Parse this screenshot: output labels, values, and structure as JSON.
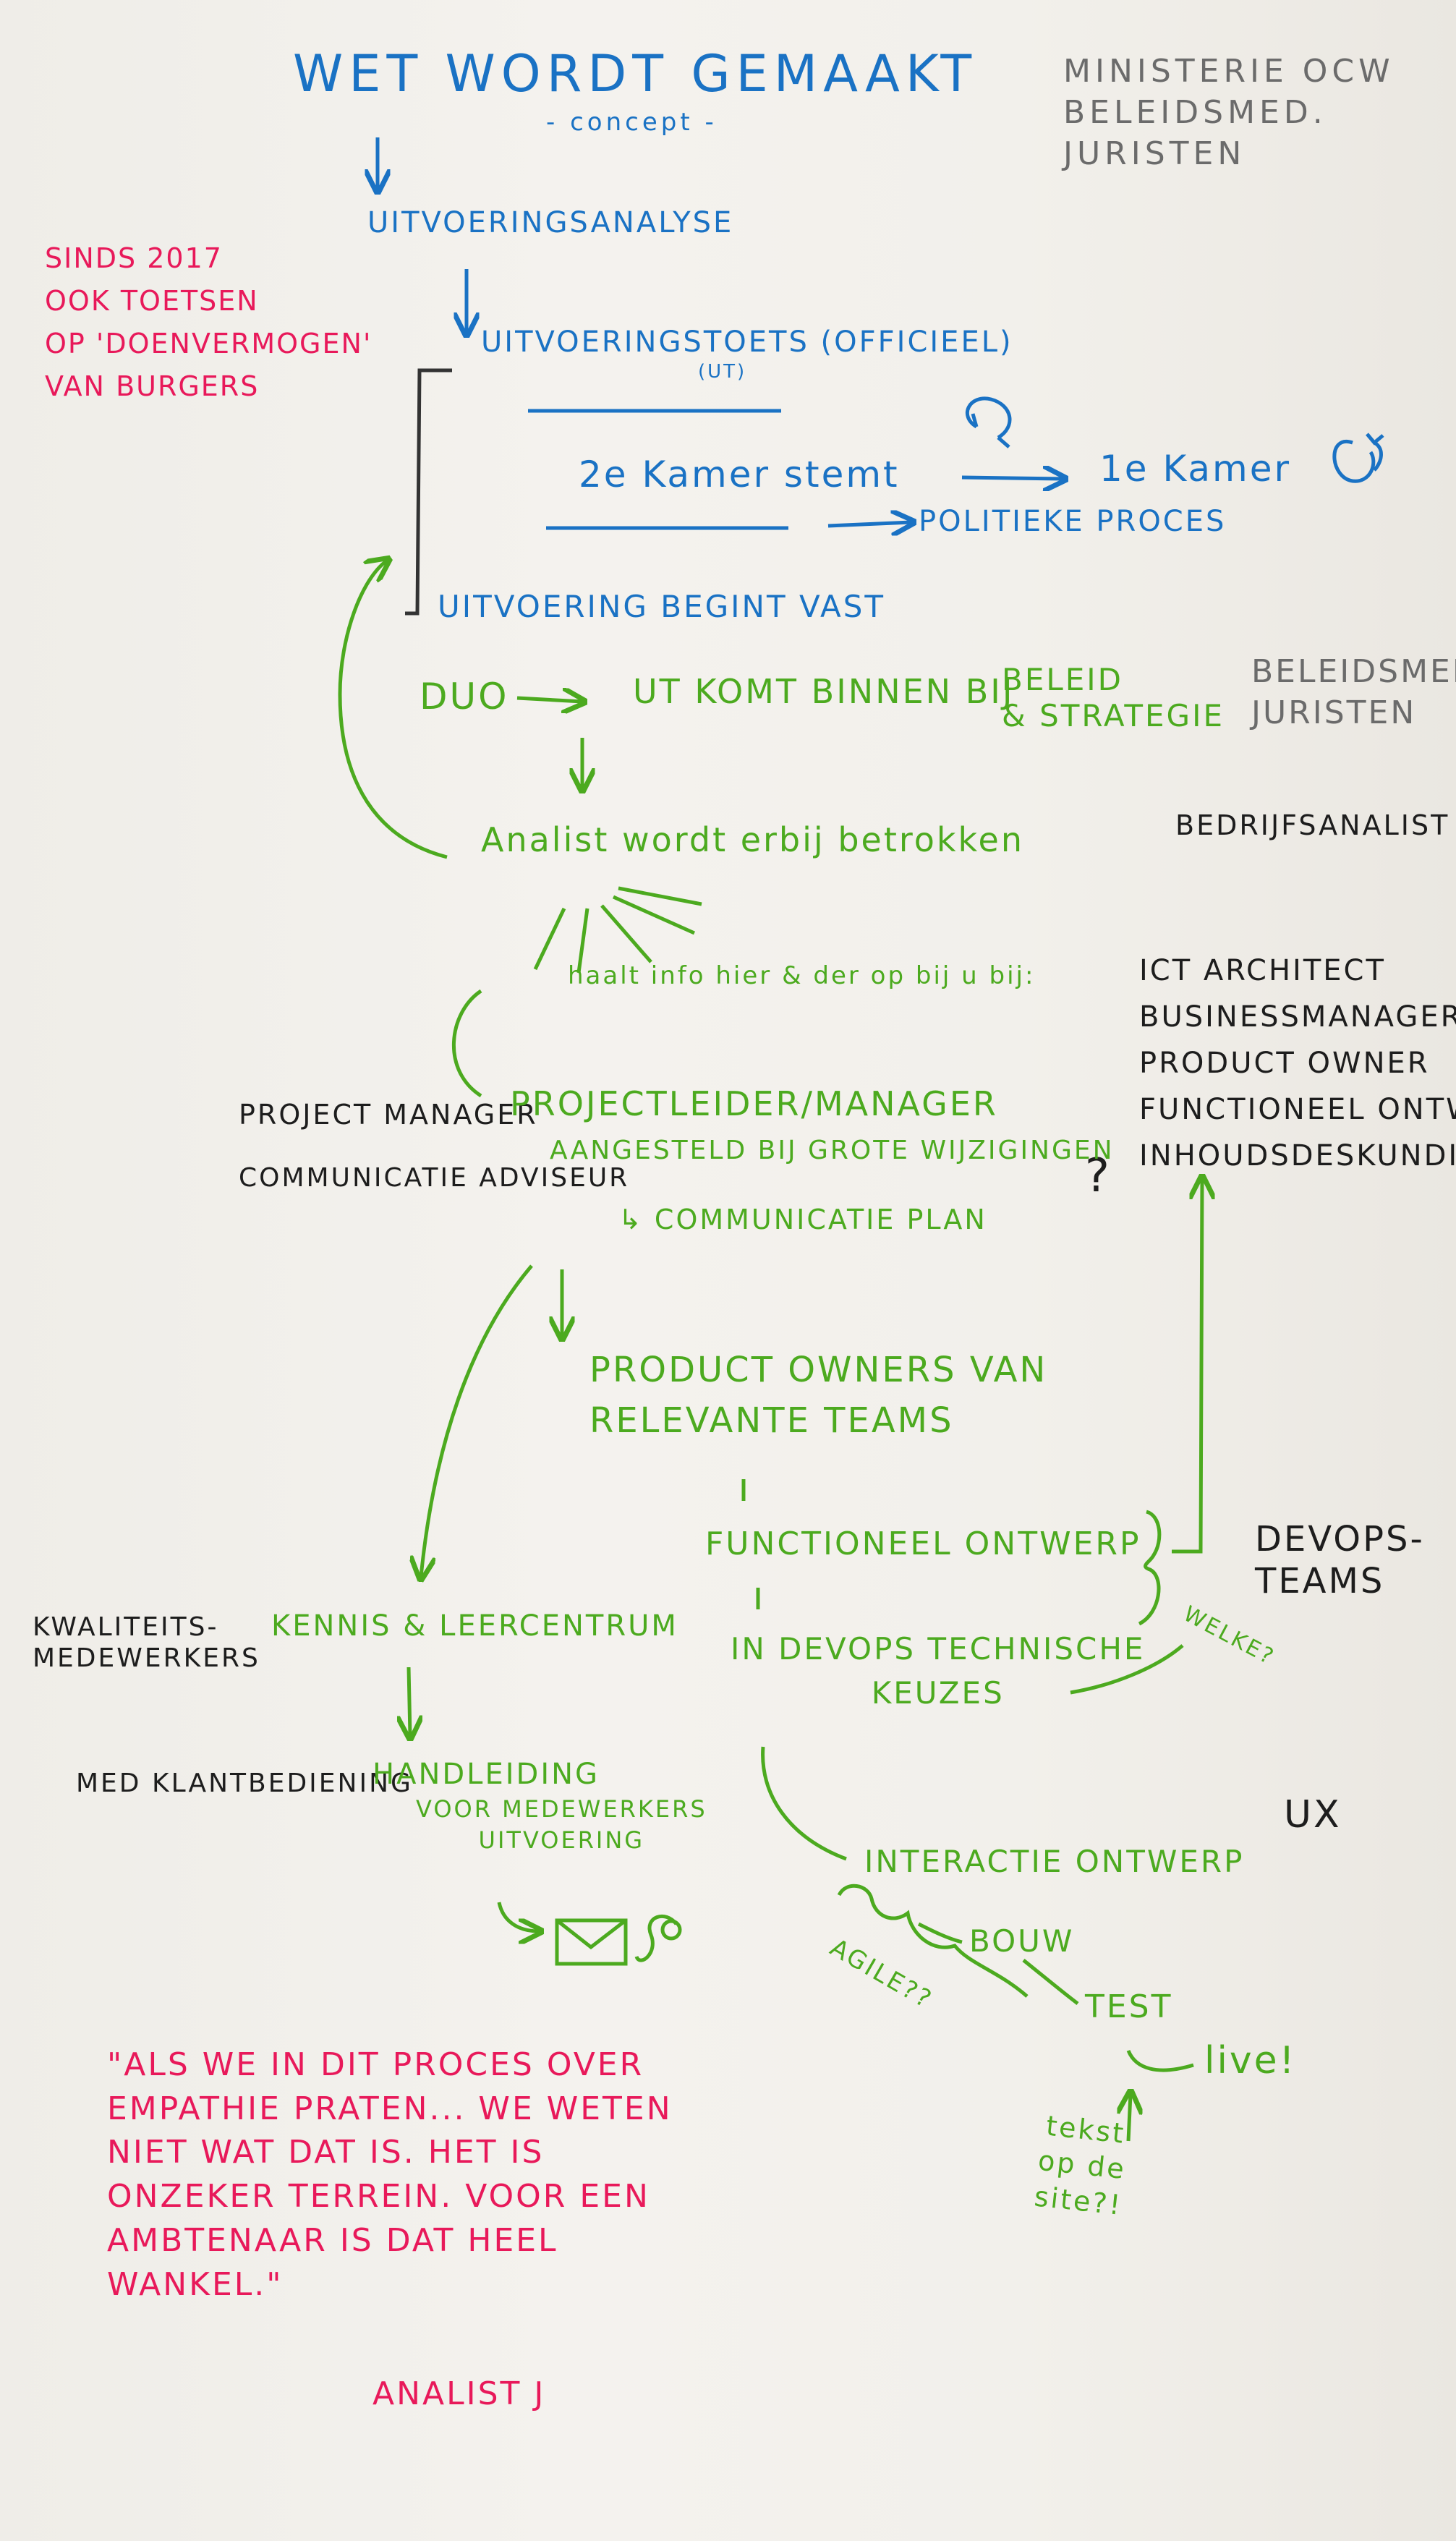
{
  "colors": {
    "blue": "#1a72c4",
    "grey": "#6b6b6b",
    "pink": "#e8195a",
    "green": "#4caa1f",
    "black": "#1d1d1d",
    "paper": "#f2f0eb"
  },
  "header": {
    "title": "Wet wordt gemaakt",
    "subtitle": "- concept -",
    "ministry": "Ministerie OCW\nBeleidsmed.\nJuristen"
  },
  "side_note": "Sinds 2017\nook toetsen\nop 'doenvermogen'\nvan burgers",
  "flow": {
    "analyse": "Uitvoeringsanalyse",
    "toets": "Uitvoeringstoets (officieel)",
    "toets_abbr": "(UT)",
    "kamer2": "2e Kamer stemt",
    "kamer1": "1e Kamer",
    "politiek": "Politieke proces",
    "uitvoering": "Uitvoering begint vast",
    "duo": "DUO",
    "ut_binnen": "UT komt binnen bij",
    "beleid": "Beleid\n& strategie",
    "beleid_roles": "Beleidsmed.\nJuristen",
    "analist": "Analist wordt erbij betrokken",
    "bedrijfsanalist": "Bedrijfsanalist",
    "haalt_info": "haalt info hier & der op bij u bij:",
    "roles_right": "ICT architect\nBusinessmanager\nProduct owner\nFunctioneel ontw.\nInhoudsdeskundige",
    "question_mark": "?",
    "project_manager": "Project manager",
    "communicatie_adviseur": "Communicatie adviseur",
    "projectleider": "Projectleider/manager",
    "aangesteld": "aangesteld bij grote wijzigingen",
    "communicatieplan": "↳ communicatie plan",
    "product_owners": "Product owners van\nrelevante teams",
    "functioneel": "Functioneel ontwerp",
    "devops_teams": "DevOps-\nteams",
    "indevops": "in DevOps technische\nkeuzes",
    "welke": "Welke?",
    "kwaliteit": "Kwaliteits-\nmedewerkers",
    "kennis": "Kennis & leercentrum",
    "med_klant": "Med klantbediening",
    "handleiding": "Handleiding",
    "handleiding_sub": "voor medewerkers\nuitvoering",
    "ux": "UX",
    "interactie": "Interactie ontwerp",
    "bouw": "Bouw",
    "test": "Test",
    "live": "live!",
    "agile": "Agile??",
    "tekst_site": "tekst\nop de\nsite?!"
  },
  "quote": {
    "text": "\"Als we in dit proces over\nempathie praten... we weten\nniet wat dat is. Het is\nonzeker terrein. Voor een\nambtenaar is dat heel\nwankel.\"",
    "author": "Analist J"
  }
}
